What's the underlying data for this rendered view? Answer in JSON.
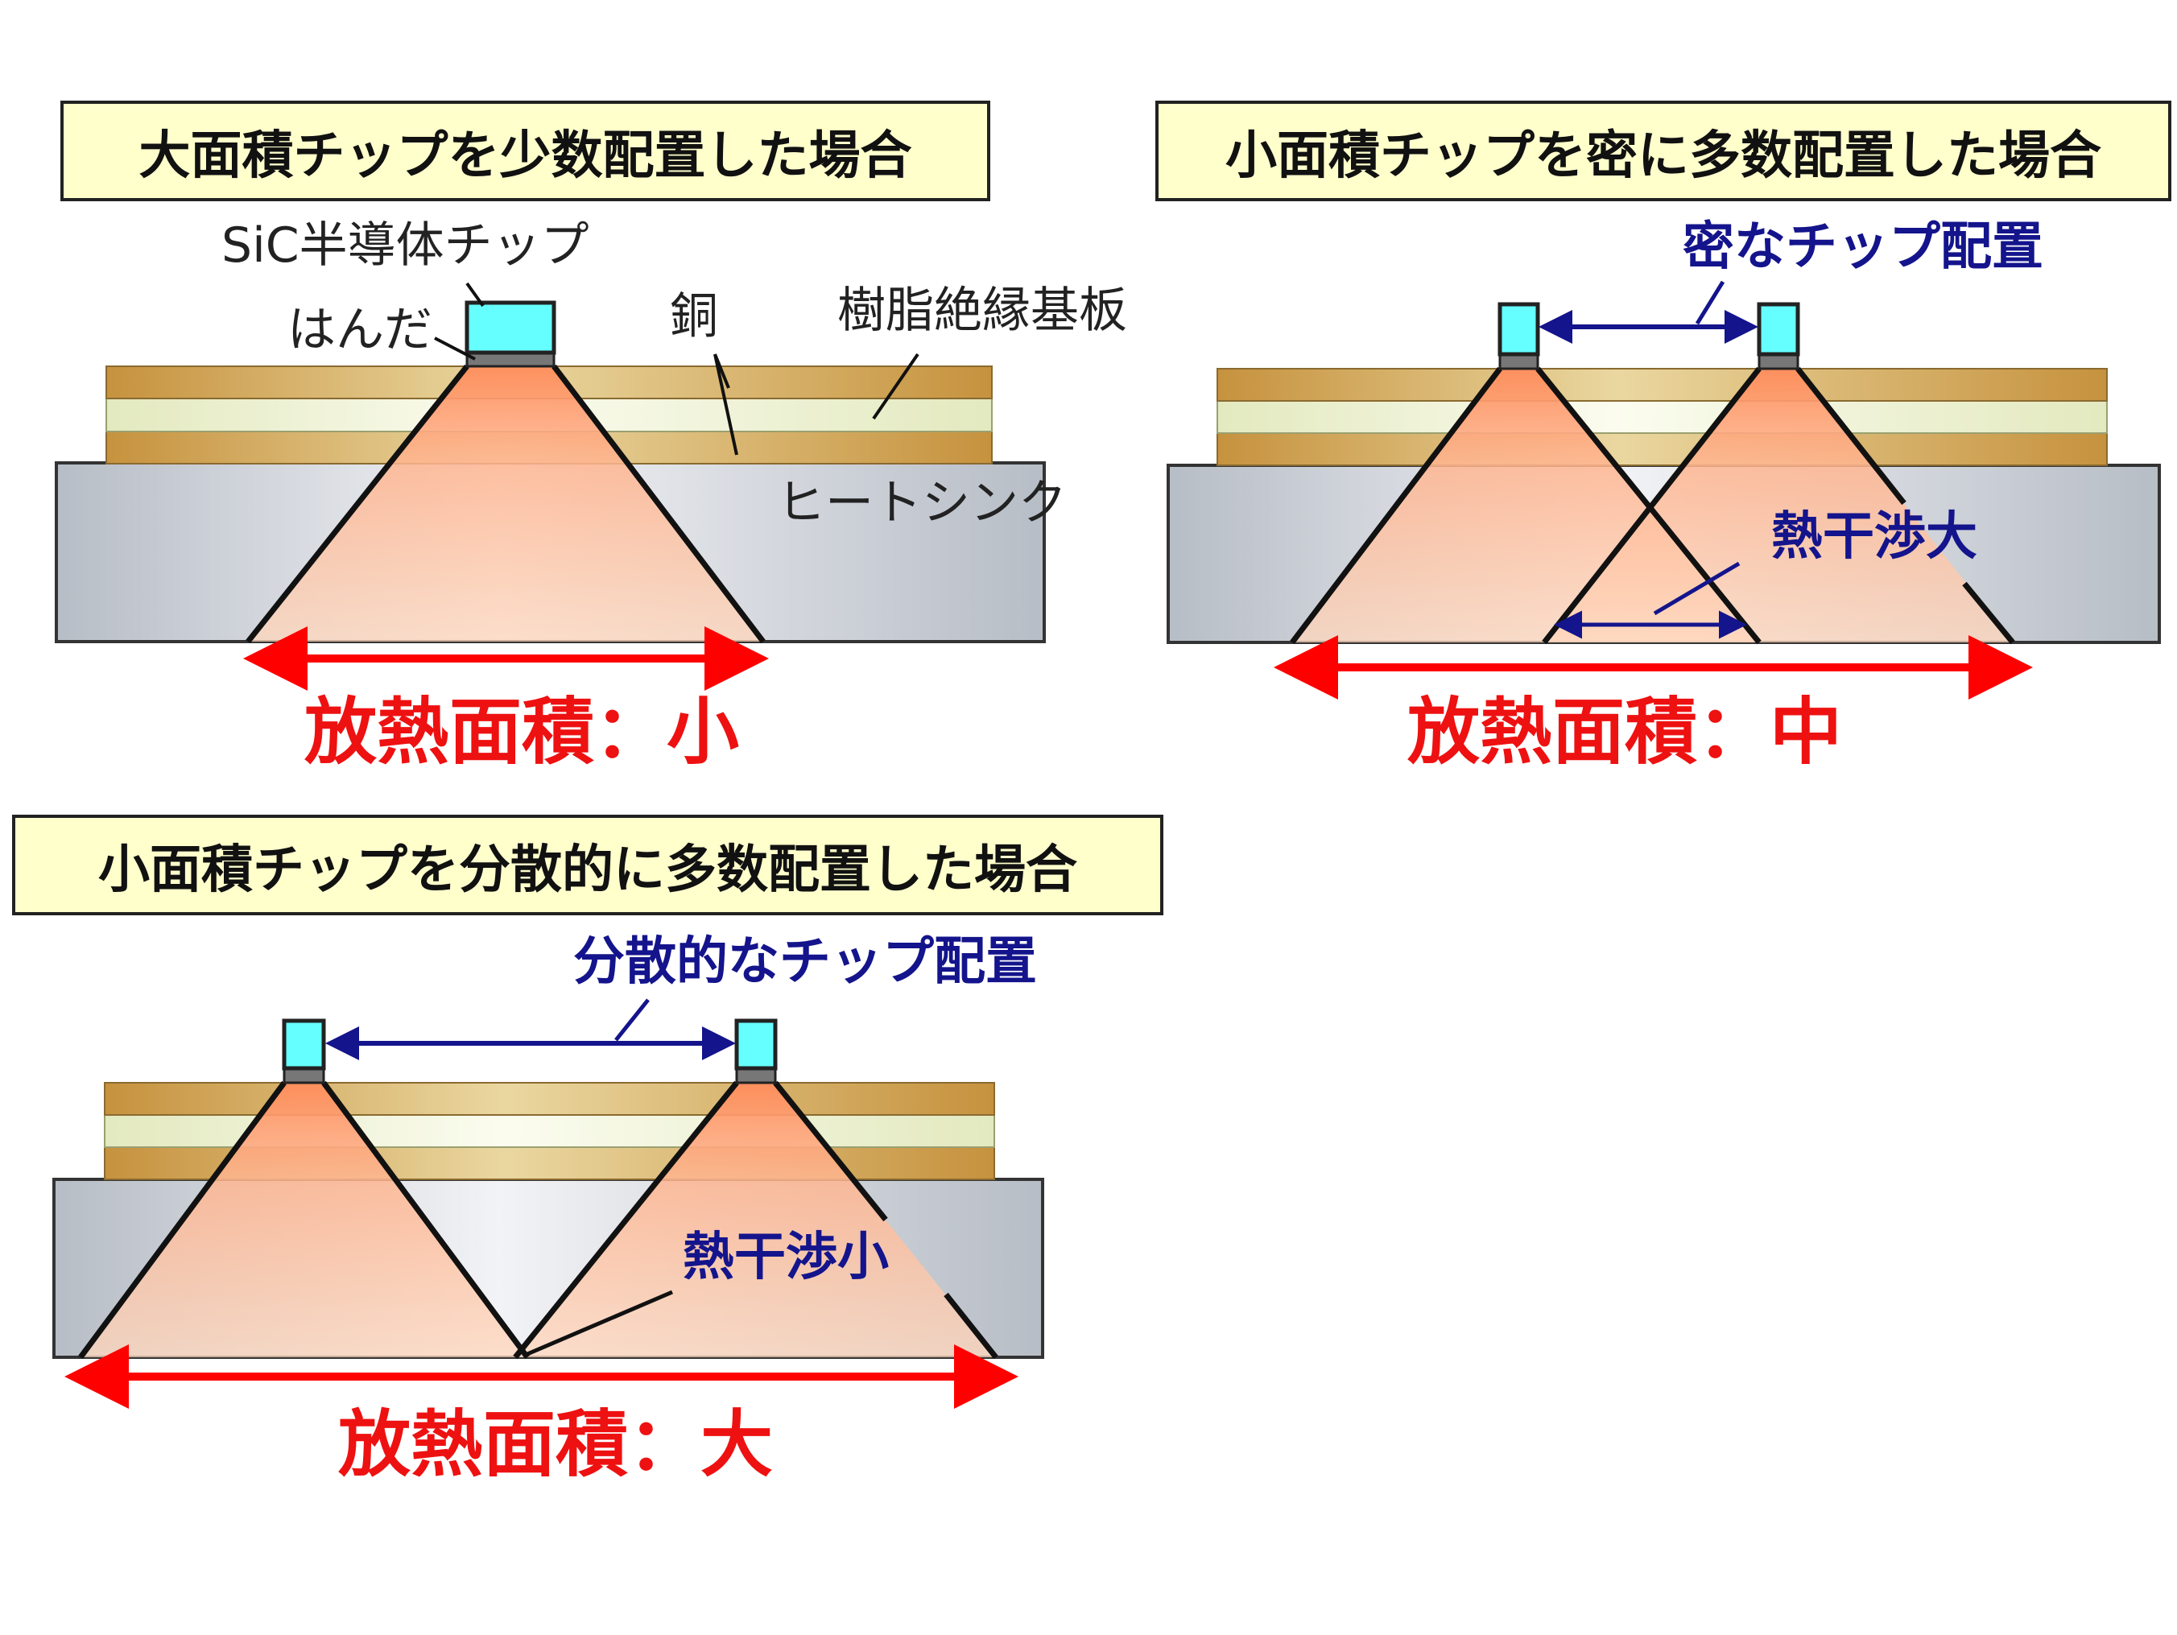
{
  "colors": {
    "title_bg": "#ffffcc",
    "copper": "#c89a4c",
    "resin": "#f1f5d9",
    "heatsink": "#dde0e6",
    "chip": "#66ffff",
    "solder": "#777777",
    "heat_cone": "#ffae85",
    "arrow_red": "#ff0000",
    "arrow_blue": "#14148c"
  },
  "panel1": {
    "title": "大面積チップを少数配置した場合",
    "labels": {
      "chip": "SiC半導体チップ",
      "solder": "はんだ",
      "copper": "銅",
      "resin": "樹脂絶縁基板",
      "heatsink": "ヒートシンク"
    },
    "area_label": "放熱面積：小"
  },
  "panel2": {
    "title": "小面積チップを密に多数配置した場合",
    "placement_label": "密なチップ配置",
    "interference_label": "熱干渉大",
    "area_label": "放熱面積：中"
  },
  "panel3": {
    "title": "小面積チップを分散的に多数配置した場合",
    "placement_label": "分散的なチップ配置",
    "interference_label": "熱干渉小",
    "area_label": "放熱面積：大"
  }
}
